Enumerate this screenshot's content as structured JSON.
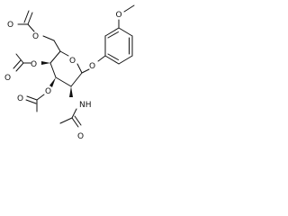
{
  "molecule": {
    "atoms": {
      "o_methoxy": "O",
      "o_glycosidic": "O",
      "o_ring": "O",
      "o_ac1_ether": "O",
      "o_ac1_carbonyl": "O",
      "o_ac2_ether": "O",
      "o_ac2_carbonyl": "O",
      "o_ac3_ether": "O",
      "o_ac3_carbonyl": "O",
      "amide_nh": "NH",
      "o_amide_carbonyl": "O"
    }
  },
  "colors": {
    "line": "#111111",
    "background": "#ffffff"
  }
}
